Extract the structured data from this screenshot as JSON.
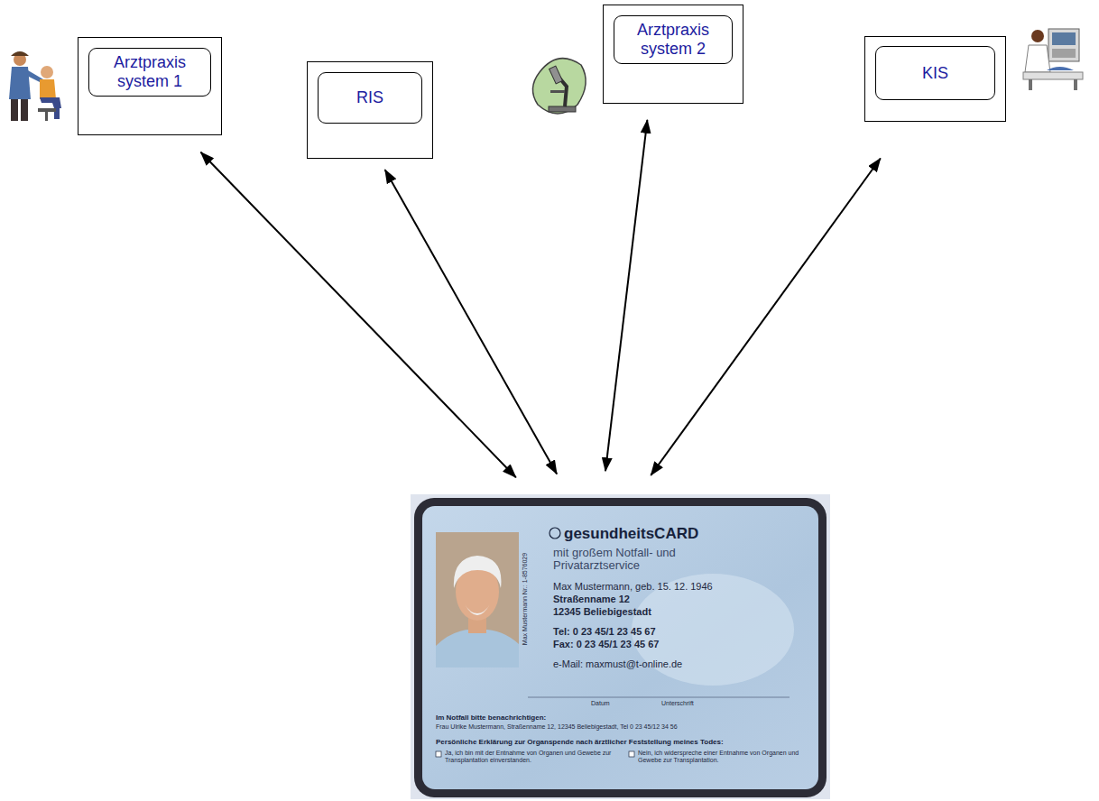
{
  "diagram": {
    "nodes": [
      {
        "text": [
          "Arztpraxis system 1"
        ]
      },
      {
        "text": [
          "RIS"
        ]
      },
      {
        "text": [
          "Arztpraxis system 2"
        ]
      },
      {
        "text": [
          "KIS"
        ]
      },
      {
        "text": [
          "gesundheitsCARD",
          "mit großem Notfall- und Privatarztservice",
          "Max Mustermann, geb. 15. 12. 1946",
          "Straßenname 12",
          "12345 Beliebigestadt",
          "Tel: 0 23 45/1 23 45 67",
          "Fax: 0 23 45/1 23 45 67",
          "e-Mail: maxmust@t-online.de",
          "Max Mustermann Nr.: 1-8576029",
          "Datum",
          "Unterschrift",
          "Im Notfall bitte benachrichtigen:",
          "Frau Ulrike Mustermann, Straßenname 12, 12345 Beliebigestadt, Tel 0 23 45/12 34 56",
          "Persönliche Erklärung zur Organspende nach ärztlicher Feststellung meines Todes:",
          "Ja, ich bin mit der Entnahme von Organen und Gewebe zur Transplantation einverstanden.",
          "Nein, ich widerspreche einer Entnahme von Organen und Gewebe zur Transplantation."
        ]
      }
    ],
    "edges": [
      {
        "from": 0,
        "to": 4,
        "arrow": "both"
      },
      {
        "from": 1,
        "to": 4,
        "arrow": "both"
      },
      {
        "from": 2,
        "to": 4,
        "arrow": "both"
      },
      {
        "from": 3,
        "to": 4,
        "arrow": "both"
      }
    ]
  }
}
